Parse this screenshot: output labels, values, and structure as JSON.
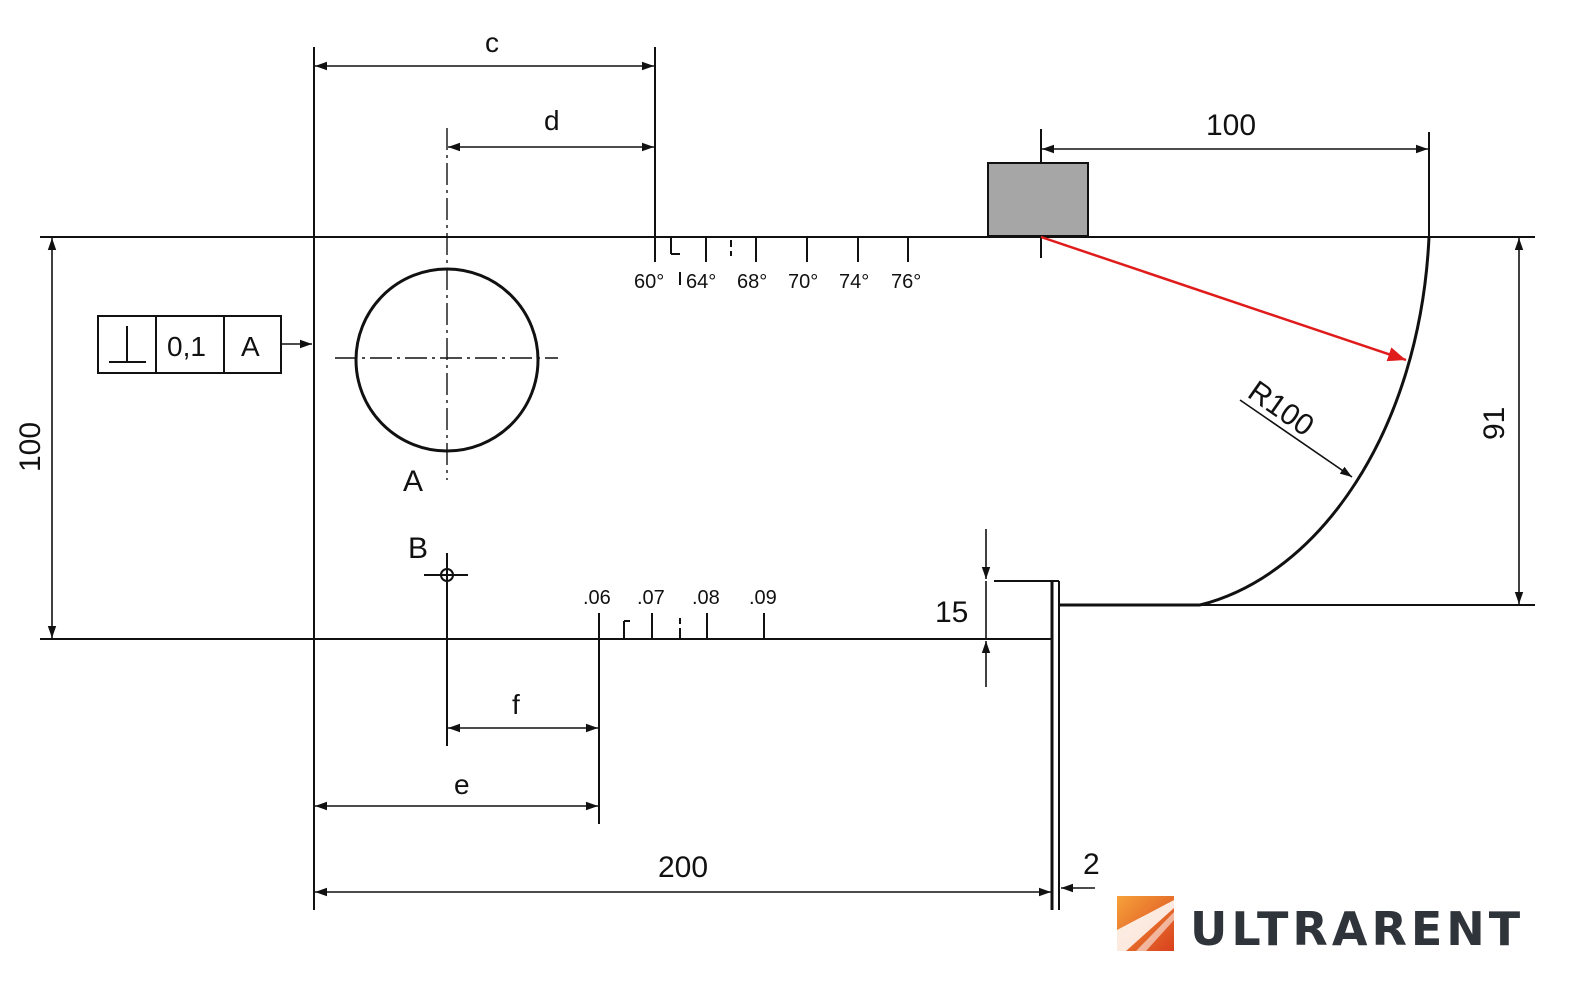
{
  "dimensions": {
    "c": "c",
    "d": "d",
    "e": "e",
    "f": "f",
    "top_100": "100",
    "left_100": "100",
    "right_91": "91",
    "bottom_200": "200",
    "step_15": "15",
    "width_2": "2",
    "radius": "R100"
  },
  "features": {
    "hole_label": "A",
    "point_label": "B"
  },
  "tolerance_frame": {
    "symbol": "⊥",
    "value": "0,1",
    "datum": "A"
  },
  "angle_scale": [
    "60°",
    "64°",
    "68°",
    "70°",
    "74°",
    "76°"
  ],
  "decimal_scale": [
    ".06",
    ".07",
    ".08",
    ".09"
  ],
  "brand": {
    "name": "ULTRARENT",
    "logo_color": "#e8612c"
  },
  "colors": {
    "beam": "#e01b1b",
    "probe": "#a6a6a6"
  }
}
